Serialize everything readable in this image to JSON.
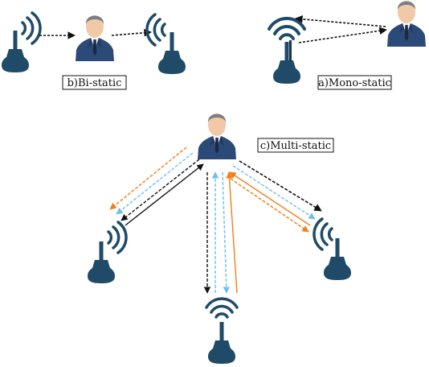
{
  "labels": {
    "bistatic": "b)Bi-static",
    "monostatic": "a)Mono-static",
    "multistatic": "c)Multi-static"
  },
  "colors": {
    "antenna": "#1f4b68",
    "antenna_dark": "#17384f",
    "arrow_black": "#111111",
    "arrow_orange": "#f07f1a",
    "arrow_blue": "#6cbff0",
    "suit": "#2c4a78",
    "skin": "#f2c9a6",
    "hair": "#7d7f84"
  },
  "icons": {
    "antenna": "radar-antenna-icon",
    "person": "person-target-icon"
  }
}
